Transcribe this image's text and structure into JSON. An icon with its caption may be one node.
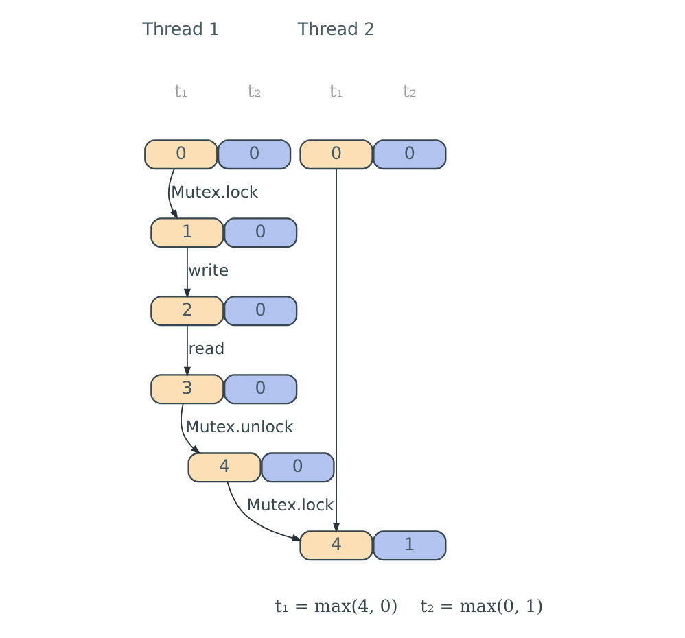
{
  "diagram": {
    "nodes": [
      {
        "text": [
          "0"
        ]
      },
      {
        "text": [
          "0"
        ]
      },
      {
        "text": [
          "0"
        ]
      },
      {
        "text": [
          "0"
        ]
      },
      {
        "text": [
          "1"
        ]
      },
      {
        "text": [
          "0"
        ]
      },
      {
        "text": [
          "2"
        ]
      },
      {
        "text": [
          "0"
        ]
      },
      {
        "text": [
          "3"
        ]
      },
      {
        "text": [
          "0"
        ]
      },
      {
        "text": [
          "4"
        ]
      },
      {
        "text": [
          "0"
        ]
      },
      {
        "text": [
          "4"
        ]
      },
      {
        "text": [
          "1"
        ]
      }
    ],
    "edges": [
      {
        "from": 0,
        "to": 4,
        "arrow": "to",
        "label": "Mutex.lock"
      },
      {
        "from": 4,
        "to": 6,
        "arrow": "to",
        "label": "write"
      },
      {
        "from": 6,
        "to": 8,
        "arrow": "to",
        "label": "read"
      },
      {
        "from": 8,
        "to": 10,
        "arrow": "to",
        "label": "Mutex.unlock"
      },
      {
        "from": 10,
        "to": 12,
        "arrow": "to",
        "label": "Mutex.lock"
      },
      {
        "from": 2,
        "to": 12,
        "arrow": "to"
      }
    ],
    "labels": [
      "Thread 1",
      "Thread 2",
      "t₁",
      "t₂",
      "t₁",
      "t₂",
      "t₁ = max(4, 0)",
      "t₂ = max(0, 1)"
    ]
  }
}
